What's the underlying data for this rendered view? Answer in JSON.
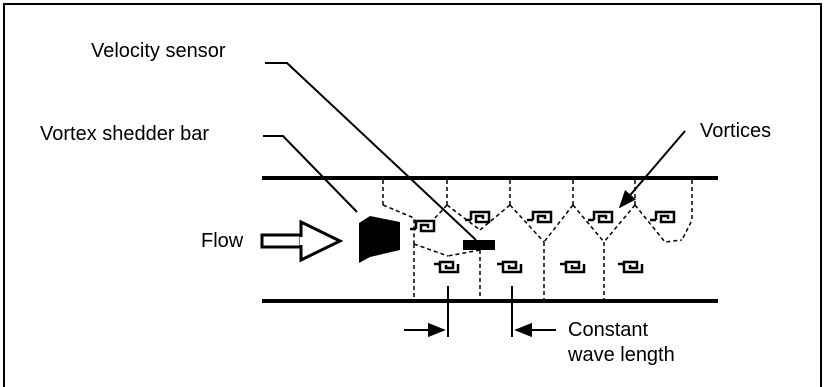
{
  "labels": {
    "velocity_sensor": "Velocity sensor",
    "shedder_bar": "Vortex shedder bar",
    "vortices": "Vortices",
    "flow": "Flow",
    "constant_line1": "Constant",
    "constant_line2": "wave length"
  },
  "colors": {
    "ink": "#000000",
    "background": "#ffffff"
  },
  "icons": [
    "vortex-icon",
    "flow-arrow-icon",
    "shedder-bar-icon",
    "velocity-sensor-icon"
  ]
}
